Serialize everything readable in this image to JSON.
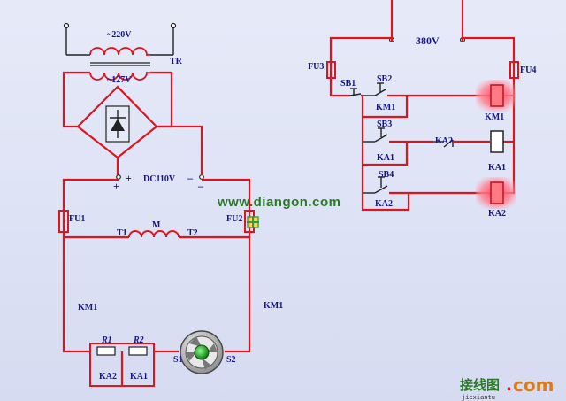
{
  "labels": {
    "tr_primary": "~220V",
    "tr_secondary": "~127V",
    "tr": "TR",
    "dc_plus": "+",
    "dc_voltage": "DC110V",
    "dc_minus": "–",
    "bottom_plus": "+",
    "bottom_minus": "–",
    "fu1": "FU1",
    "fu2": "FU2",
    "t1": "T1",
    "t2": "T2",
    "m": "M",
    "km1_left": "KM1",
    "km1_right": "KM1",
    "r1": "R1",
    "r2": "R2",
    "ka2_bottom": "KA2",
    "ka1_bottom": "KA1",
    "s1": "S1",
    "s2": "S2",
    "supply_380": "380V",
    "fu3": "FU3",
    "fu4": "FU4",
    "sb1": "SB1",
    "sb2": "SB2",
    "km1_contact": "KM1",
    "km1_coil": "KM1",
    "sb3": "SB3",
    "ka1_contact": "KA1",
    "ka2_contact": "KA2",
    "ka1_coil": "KA1",
    "sb4": "SB4",
    "ka2_contact_b": "KA2",
    "ka2_coil": "KA2"
  },
  "watermark": {
    "url": "www.diangon.com",
    "logo_cn": "接线图",
    "logo_dot": ".",
    "logo_com": "com",
    "logo_pinyin": "jiexiantu"
  },
  "colors": {
    "wire": "#e0141e",
    "label": "#14148c",
    "coil_highlight": "#ff7a82",
    "watermark_green": "#2a7a2a",
    "background": "#dde2f5"
  }
}
